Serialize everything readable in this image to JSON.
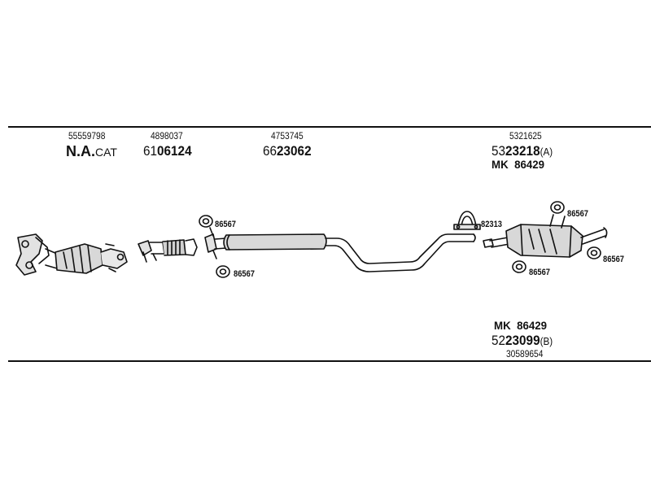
{
  "parts": {
    "catalyst": {
      "oem": "55559798",
      "code": "N.A.",
      "code_suffix": "CAT"
    },
    "front_pipe": {
      "oem": "4898037",
      "prefix": "61",
      "main": "06124"
    },
    "middle_silencer": {
      "oem": "4753745",
      "prefix": "66",
      "main": "23062"
    },
    "rear_silencer_a": {
      "oem": "5321625",
      "prefix": "53",
      "main": "23218",
      "suffix": "(A)",
      "kit": "MK  86429"
    },
    "rear_silencer_b": {
      "kit": "MK  86429",
      "prefix": "52",
      "main": "23099",
      "suffix": "(B)",
      "oem": "30589654"
    }
  },
  "callouts": {
    "hanger_front_upper": "86567",
    "hanger_front_lower": "86567",
    "clamp_rear": "82313",
    "hanger_rear_top": "86567",
    "hanger_rear_right": "86567",
    "hanger_rear_lower": "86567"
  },
  "colors": {
    "line": "#111111",
    "fill": "#d8d8d8",
    "background": "#ffffff"
  }
}
